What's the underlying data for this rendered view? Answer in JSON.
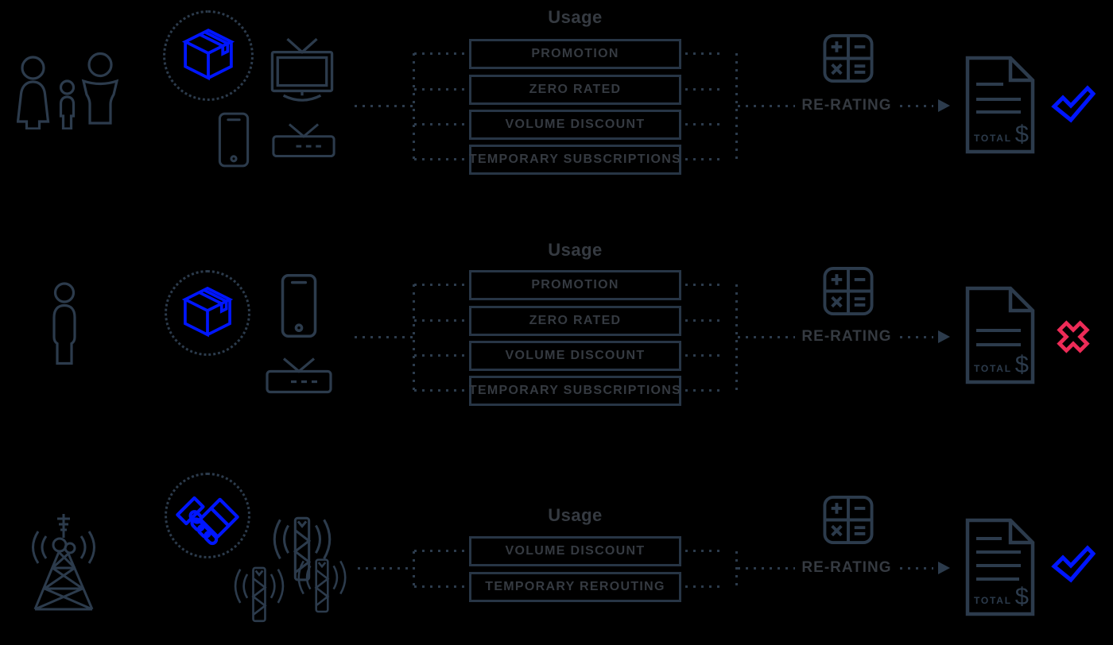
{
  "colors": {
    "bg": "#000000",
    "slate": "#2c3b4c",
    "box_border": "#273545",
    "text": "#353a41",
    "blue": "#0016ff",
    "red": "#ed2b57"
  },
  "rows": [
    {
      "name": "family-bundle",
      "source_icons": [
        "family-icon",
        "package-icon",
        "tv-icon",
        "smartphone-icon",
        "set-top-box-icon"
      ],
      "usage": {
        "title": "Usage",
        "items": [
          "PROMOTION",
          "ZERO RATED",
          "VOLUME DISCOUNT",
          "TEMPORARY SUBSCRIPTIONS"
        ]
      },
      "process": {
        "label": "RE-RATING",
        "icon": "calculator-icon"
      },
      "invoice": {
        "label": "TOTAL",
        "currency": "$",
        "icon": "invoice-icon"
      },
      "result": {
        "status": "approved",
        "icon": "check-icon"
      }
    },
    {
      "name": "single-subscriber",
      "source_icons": [
        "person-icon",
        "package-icon",
        "smartphone-icon",
        "set-top-box-icon"
      ],
      "usage": {
        "title": "Usage",
        "items": [
          "PROMOTION",
          "ZERO RATED",
          "VOLUME DISCOUNT",
          "TEMPORARY SUBSCRIPTIONS"
        ]
      },
      "process": {
        "label": "RE-RATING",
        "icon": "calculator-icon"
      },
      "invoice": {
        "label": "TOTAL",
        "currency": "$",
        "icon": "invoice-icon"
      },
      "result": {
        "status": "rejected",
        "icon": "cross-icon"
      }
    },
    {
      "name": "network-partners",
      "source_icons": [
        "radio-tower-icon",
        "handshake-icon",
        "antenna-icon",
        "antenna-icon",
        "antenna-icon"
      ],
      "usage": {
        "title": "Usage",
        "items": [
          "VOLUME DISCOUNT",
          "TEMPORARY REROUTING"
        ]
      },
      "process": {
        "label": "RE-RATING",
        "icon": "calculator-icon"
      },
      "invoice": {
        "label": "TOTAL",
        "currency": "$",
        "icon": "invoice-icon"
      },
      "result": {
        "status": "approved",
        "icon": "check-icon"
      }
    }
  ]
}
